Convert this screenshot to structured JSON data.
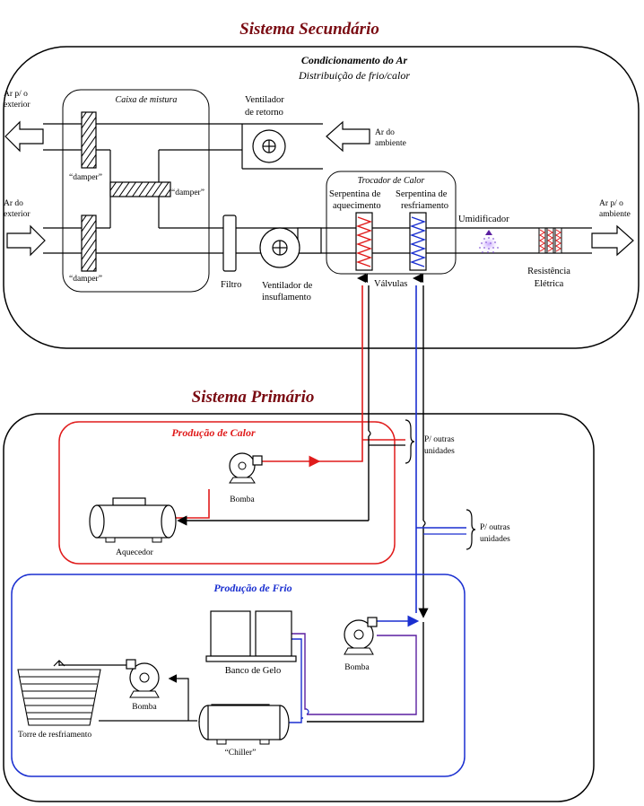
{
  "secondary": {
    "title": "Sistema Secundário",
    "subtitle": "Condicionamento do Ar",
    "subtitle2": "Distribuição de frio/calor",
    "mixing_box": "Caixa de mistura",
    "air_out_exterior": [
      "Ar p/ o",
      "exterior"
    ],
    "air_from_exterior": [
      "Ar do",
      "exterior"
    ],
    "return_fan": [
      "Ventilador",
      "de retorno"
    ],
    "air_from_room": [
      "Ar do",
      "ambiente"
    ],
    "damper_top": "“damper”",
    "damper_mid": "“damper”",
    "damper_bottom": "“damper”",
    "filter": "Filtro",
    "supply_fan": [
      "Ventilador de",
      "insuflamento"
    ],
    "heat_exchanger": "Trocador de Calor",
    "heating_coil": [
      "Serpentina de",
      "aquecimento"
    ],
    "cooling_coil": [
      "Serpentina de",
      "resfriamento"
    ],
    "valves": "Válvulas",
    "humidifier": "Umidificador",
    "electric_resistance": [
      "Resistência",
      "Elétrica"
    ],
    "air_to_room": [
      "Ar p/ o",
      "ambiente"
    ]
  },
  "primary": {
    "title": "Sistema Primário",
    "heat_production": "Produção de Calor",
    "pump_heat": "Bomba",
    "heater": "Aquecedor",
    "other_units_1": [
      "P/ outras",
      "unidades"
    ],
    "other_units_2": [
      "P/ outras",
      "unidades"
    ],
    "cold_production": "Produção de Frio",
    "ice_bank": "Banco de Gelo",
    "pump_cold": "Bomba",
    "pump_tower": "Bomba",
    "cooling_tower": "Torre de resfriamento",
    "chiller": "“Chiller”"
  },
  "colors": {
    "title": "#7a0b12",
    "hot_water": "#e01b1b",
    "cold_water": "#1a2fd0",
    "purple_line": "#5a1fa0"
  }
}
